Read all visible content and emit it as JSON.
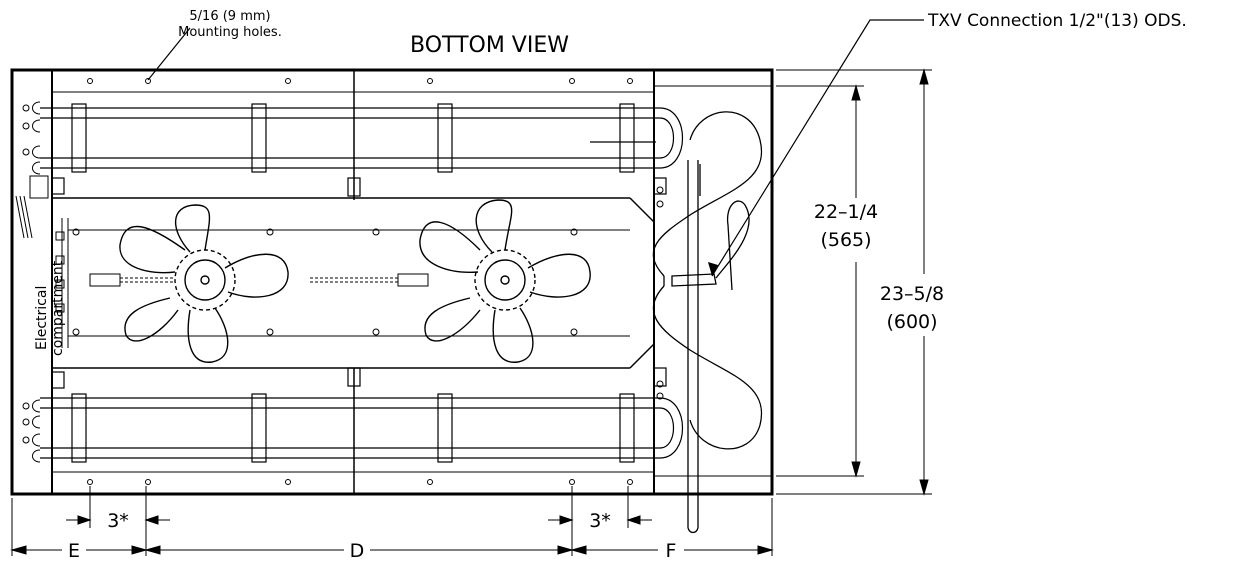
{
  "view_title": "BOTTOM VIEW",
  "callouts": {
    "mounting_holes_size": "5/16 (9 mm)",
    "mounting_holes_label": "Mounting holes.",
    "txv_connection": "TXV Connection 1/2\"(13) ODS.",
    "electrical_line1": "Electrical",
    "electrical_line2": "compartment"
  },
  "dimensions": {
    "coil_height": "22–1/4",
    "coil_height_metric": "(565)",
    "unit_height": "23–5/8",
    "unit_height_metric": "(600)",
    "left_spacing": "3*",
    "right_spacing": "3*",
    "dim_e": "E",
    "dim_d": "D",
    "dim_f": "F"
  }
}
